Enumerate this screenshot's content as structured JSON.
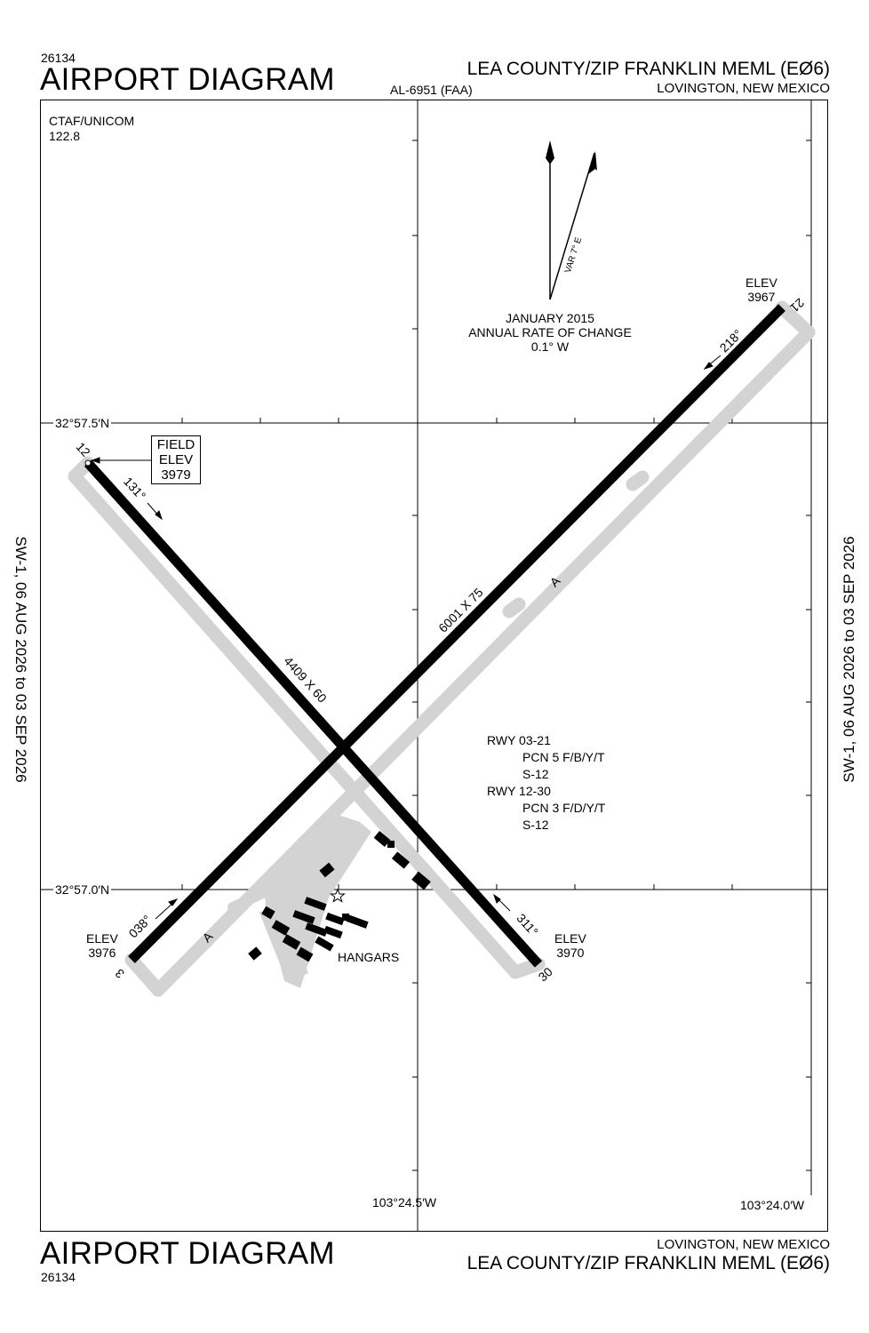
{
  "header": {
    "chart_id": "26134",
    "title": "AIRPORT DIAGRAM",
    "procedure_id": "AL-6951 (FAA)",
    "airport_name": "LEA COUNTY/ZIP FRANKLIN MEML",
    "airport_ident": "(EØ6)",
    "location": "LOVINGTON, NEW MEXICO"
  },
  "footer": {
    "chart_id": "26134",
    "title": "AIRPORT DIAGRAM",
    "airport_name": "LEA COUNTY/ZIP FRANKLIN MEML",
    "airport_ident": "(EØ6)",
    "location": "LOVINGTON, NEW MEXICO"
  },
  "margin_notes": {
    "left": "SW-1,  06 AUG 2026  to  03 SEP 2026",
    "right": "SW-1,  06 AUG 2026  to  03 SEP 2026"
  },
  "comms": {
    "label": "CTAF/UNICOM",
    "frequency": "122.8"
  },
  "magnetic": {
    "variation": "VAR 7° E",
    "date": "JANUARY 2015",
    "rate_label": "ANNUAL RATE OF CHANGE",
    "rate": "0.1° W"
  },
  "coordinates": {
    "lat_north": "32°57.5′N",
    "lat_south": "32°57.0′N",
    "lon_west": "103°24.5′W",
    "lon_east": "103°24.0′W"
  },
  "field_elevation": {
    "line1": "FIELD",
    "line2": "ELEV",
    "value": "3979"
  },
  "runways": [
    {
      "id": "03-21",
      "dimensions": "6001 X 75",
      "ends": [
        {
          "number": "3",
          "heading": "038°",
          "elev_label": "ELEV",
          "elev": "3976"
        },
        {
          "number": "21",
          "heading": "218°",
          "elev_label": "ELEV",
          "elev": "3967"
        }
      ]
    },
    {
      "id": "12-30",
      "dimensions": "4409 X 60",
      "ends": [
        {
          "number": "12",
          "heading": "131°"
        },
        {
          "number": "30",
          "heading": "311°",
          "elev_label": "ELEV",
          "elev": "3970"
        }
      ]
    }
  ],
  "taxiway_label": "A",
  "pcn": {
    "rwy1": "RWY 03-21",
    "rwy1_pcn": "PCN 5 F/B/Y/T",
    "rwy1_s": "S-12",
    "rwy2": "RWY 12-30",
    "rwy2_pcn": "PCN 3 F/D/Y/T",
    "rwy2_s": "S-12"
  },
  "hangars_label": "HANGARS",
  "colors": {
    "runway": "#000000",
    "taxiway": "#d3d3d3",
    "background": "#ffffff"
  }
}
